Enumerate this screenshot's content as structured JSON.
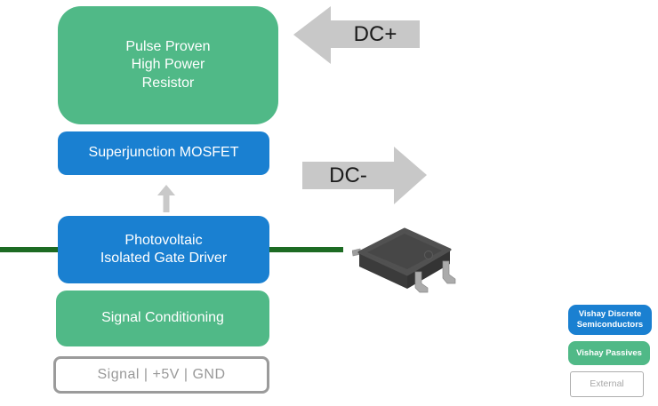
{
  "blocks": {
    "resistor": {
      "label": "Pulse Proven\nHigh Power\nResistor",
      "color": "#50b987"
    },
    "mosfet": {
      "label": "Superjunction MOSFET",
      "color": "#1a80d1"
    },
    "gate_driver": {
      "label": "Photovoltaic\nIsolated Gate Driver",
      "color": "#1a80d1"
    },
    "signal_conditioning": {
      "label": "Signal Conditioning",
      "color": "#50b987"
    },
    "external_io": {
      "label": "Signal  |  +5V  |  GND",
      "color": "#ffffff"
    }
  },
  "arrows": {
    "dc_plus": {
      "label": "DC+",
      "direction": "left"
    },
    "dc_minus": {
      "label": "DC-",
      "direction": "right"
    },
    "gate_up": {
      "direction": "up"
    }
  },
  "icons": {
    "dc_plus": "left-arrow-icon",
    "dc_minus": "right-arrow-icon",
    "gate_up": "up-arrow-icon",
    "component": "smd-optocoupler-chip"
  },
  "legend": [
    {
      "label": "Vishay Discrete\nSemiconductors",
      "color": "#1a80d1",
      "text_color": "#ffffff"
    },
    {
      "label": "Vishay Passives",
      "color": "#50b987",
      "text_color": "#ffffff"
    },
    {
      "label": "External",
      "color": "#ffffff",
      "text_color": "#a8a8a8",
      "border_color": "#aeaeae"
    }
  ],
  "colors": {
    "vishay_blue": "#1a80d1",
    "vishay_green": "#50b987",
    "arrow_gray": "#c8c8c8",
    "line_green": "#1d6b23",
    "external_border": "#9b9b9b",
    "external_text": "#999999"
  }
}
